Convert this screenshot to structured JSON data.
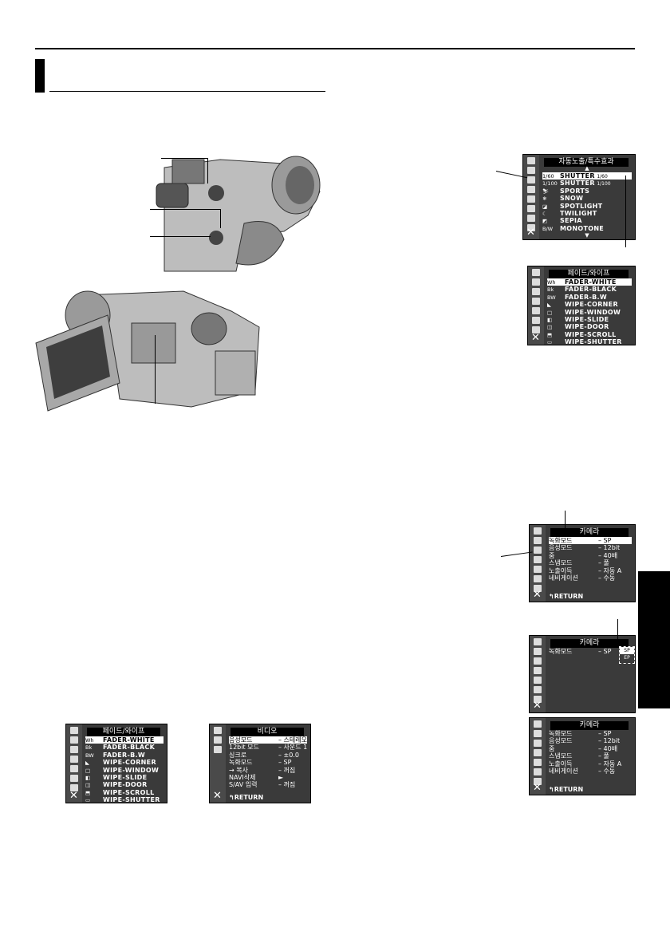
{
  "menus": {
    "shutter": {
      "title": "자동노출/특수효과",
      "up_arrow": "▲",
      "down_arrow": "▼",
      "rows": [
        {
          "icon": "1/60",
          "label": "SHUTTER",
          "suffix": "1/60"
        },
        {
          "icon": "1/100",
          "label": "SHUTTER",
          "suffix": "1/100"
        },
        {
          "icon": "",
          "label": "SPORTS",
          "suffix": ""
        },
        {
          "icon": "",
          "label": "SNOW",
          "suffix": ""
        },
        {
          "icon": "",
          "label": "SPOTLIGHT",
          "suffix": ""
        },
        {
          "icon": "",
          "label": "TWILIGHT",
          "suffix": ""
        },
        {
          "icon": "",
          "label": "SEPIA",
          "suffix": ""
        },
        {
          "icon": "B/W",
          "label": "MONOTONE",
          "suffix": ""
        }
      ]
    },
    "fader_top": {
      "title": "페이드/와이프",
      "rows": [
        "FADER-WHITE",
        "FADER-BLACK",
        "FADER-B.W",
        "WIPE-CORNER",
        "WIPE-WINDOW",
        "WIPE-SLIDE",
        "WIPE-DOOR",
        "WIPE-SCROLL",
        "WIPE-SHUTTER"
      ]
    },
    "fader_bottom": {
      "title": "페이드/와이프",
      "rows": [
        "FADER-WHITE",
        "FADER-BLACK",
        "FADER-B.W",
        "WIPE-CORNER",
        "WIPE-WINDOW",
        "WIPE-SLIDE",
        "WIPE-DOOR",
        "WIPE-SCROLL",
        "WIPE-SHUTTER"
      ]
    },
    "video": {
      "title": "비디오",
      "return": "RETURN",
      "rows": [
        {
          "label": "음성모드",
          "value": "– 스테레오"
        },
        {
          "label": "12bit 모드",
          "value": "– 사운드 1"
        },
        {
          "label": "싱크로",
          "value": "– ±0.0"
        },
        {
          "label": "녹화모드",
          "value": "– SP"
        },
        {
          "label": "→ 복사",
          "value": "– 꺼짐"
        },
        {
          "label": "NAVI삭제",
          "value": "►"
        },
        {
          "label": "S/AV 입력",
          "value": "– 꺼짐"
        }
      ]
    },
    "camera1": {
      "title": "카메라",
      "return": "RETURN",
      "rows": [
        {
          "label": "녹화모드",
          "value": "– SP"
        },
        {
          "label": "음성모드",
          "value": "– 12bit"
        },
        {
          "label": "줌",
          "value": "– 40배"
        },
        {
          "label": "스냅모드",
          "value": "– 풀"
        },
        {
          "label": "노출이득",
          "value": "– 자동 A"
        },
        {
          "label": "네비게이션",
          "value": "– 수동"
        }
      ]
    },
    "camera2": {
      "title": "카메라",
      "rows": [
        {
          "label": "녹화모드",
          "value": "– SP"
        }
      ],
      "options": [
        "SP",
        "EP"
      ]
    },
    "camera3": {
      "title": "카메라",
      "return": "RETURN",
      "rows": [
        {
          "label": "녹화모드",
          "value": "– SP"
        },
        {
          "label": "음성모드",
          "value": "– 12bit"
        },
        {
          "label": "줌",
          "value": "– 40배"
        },
        {
          "label": "스냅모드",
          "value": "– 풀"
        },
        {
          "label": "노출이득",
          "value": "– 자동 A"
        },
        {
          "label": "네비게이션",
          "value": "– 수동"
        }
      ]
    }
  },
  "icons": {
    "close": "✕",
    "return_arrow": "↰"
  }
}
